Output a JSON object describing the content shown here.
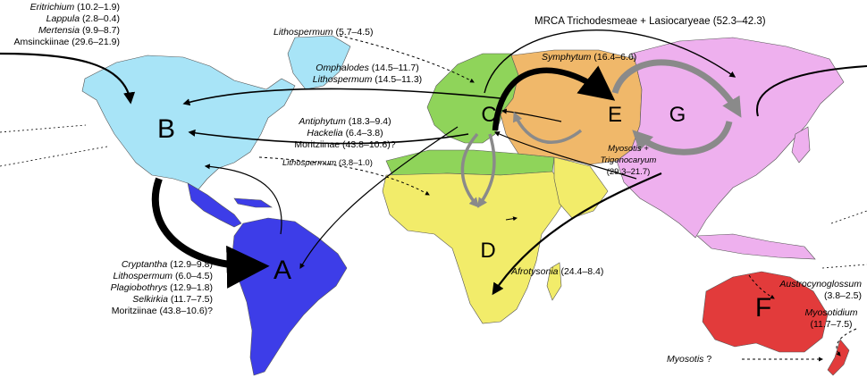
{
  "colors": {
    "region_A": "#3d3de8",
    "region_B": "#a8e4f7",
    "region_C": "#8fd45a",
    "region_D": "#f2ec6a",
    "region_E": "#f0b86a",
    "region_F": "#e23b3b",
    "region_G": "#eeb0ee",
    "arrow": "#000000",
    "arrow_gray": "#8a8a8a"
  },
  "regions": {
    "A": "A",
    "B": "B",
    "C": "C",
    "D": "D",
    "E": "E",
    "F": "F",
    "G": "G"
  },
  "labels": {
    "top_left": [
      {
        "taxon": "Eritrichium",
        "range": "(10.2–1.9)"
      },
      {
        "taxon": "Lappula",
        "range": "(2.8–0.4)"
      },
      {
        "taxon": "Mertensia",
        "range": "(9.9–8.7)"
      },
      {
        "taxon": "",
        "plain": "Amsinckiinae (29.6–21.9)"
      }
    ],
    "lithospermum_top": {
      "taxon": "Lithospermum",
      "range": "(5.7–4.5)"
    },
    "mrca": "MRCA Trichodesmeae + Lasiocaryeae (52.3–42.3)",
    "symphytum": {
      "taxon": "Symphytum",
      "range": "(16.4–6.6)"
    },
    "omphalodes": {
      "taxon": "Omphalodes",
      "range": "(14.5–11.7)"
    },
    "lithospermum_mid": {
      "taxon": "Lithospermum",
      "range": "(14.5–11.3)"
    },
    "antiphytum": {
      "taxon": "Antiphytum",
      "range": "(18.3–9.4)"
    },
    "hackelia": {
      "taxon": "Hackelia",
      "range": "(6.4–3.8)"
    },
    "moritziinae_b": "Moritziinae (43.8–10.6)?",
    "lithospermum_low": {
      "taxon": "Lithospermum",
      "range": "(3.8–1.0)"
    },
    "myosotis_trig": {
      "line1": "Myosotis +",
      "line2": "Trigonocaryum",
      "range": "(29.3–21.7)"
    },
    "south_america": [
      {
        "taxon": "Cryptantha",
        "range": "(12.9–9.8)"
      },
      {
        "taxon": "Lithospermum",
        "range": "(6.0–4.5)"
      },
      {
        "taxon": "Plagiobothrys",
        "range": "(12.9–1.8)"
      },
      {
        "taxon": "Selkirkia",
        "range": "(11.7–7.5)"
      },
      {
        "taxon": "",
        "plain": "Moritziinae (43.8–10.6)?"
      }
    ],
    "afrotysonia": {
      "taxon": "Afrotysonia",
      "range": "(24.4–8.4)"
    },
    "austrocynoglossum": {
      "taxon": "Austrocynoglossum",
      "range": "(3.8–2.5)"
    },
    "myosotidium": {
      "taxon": "Myosotidium",
      "range": "(11.7–7.5)"
    },
    "myosotis_q": {
      "taxon": "Myosotis",
      "range": "?"
    }
  }
}
